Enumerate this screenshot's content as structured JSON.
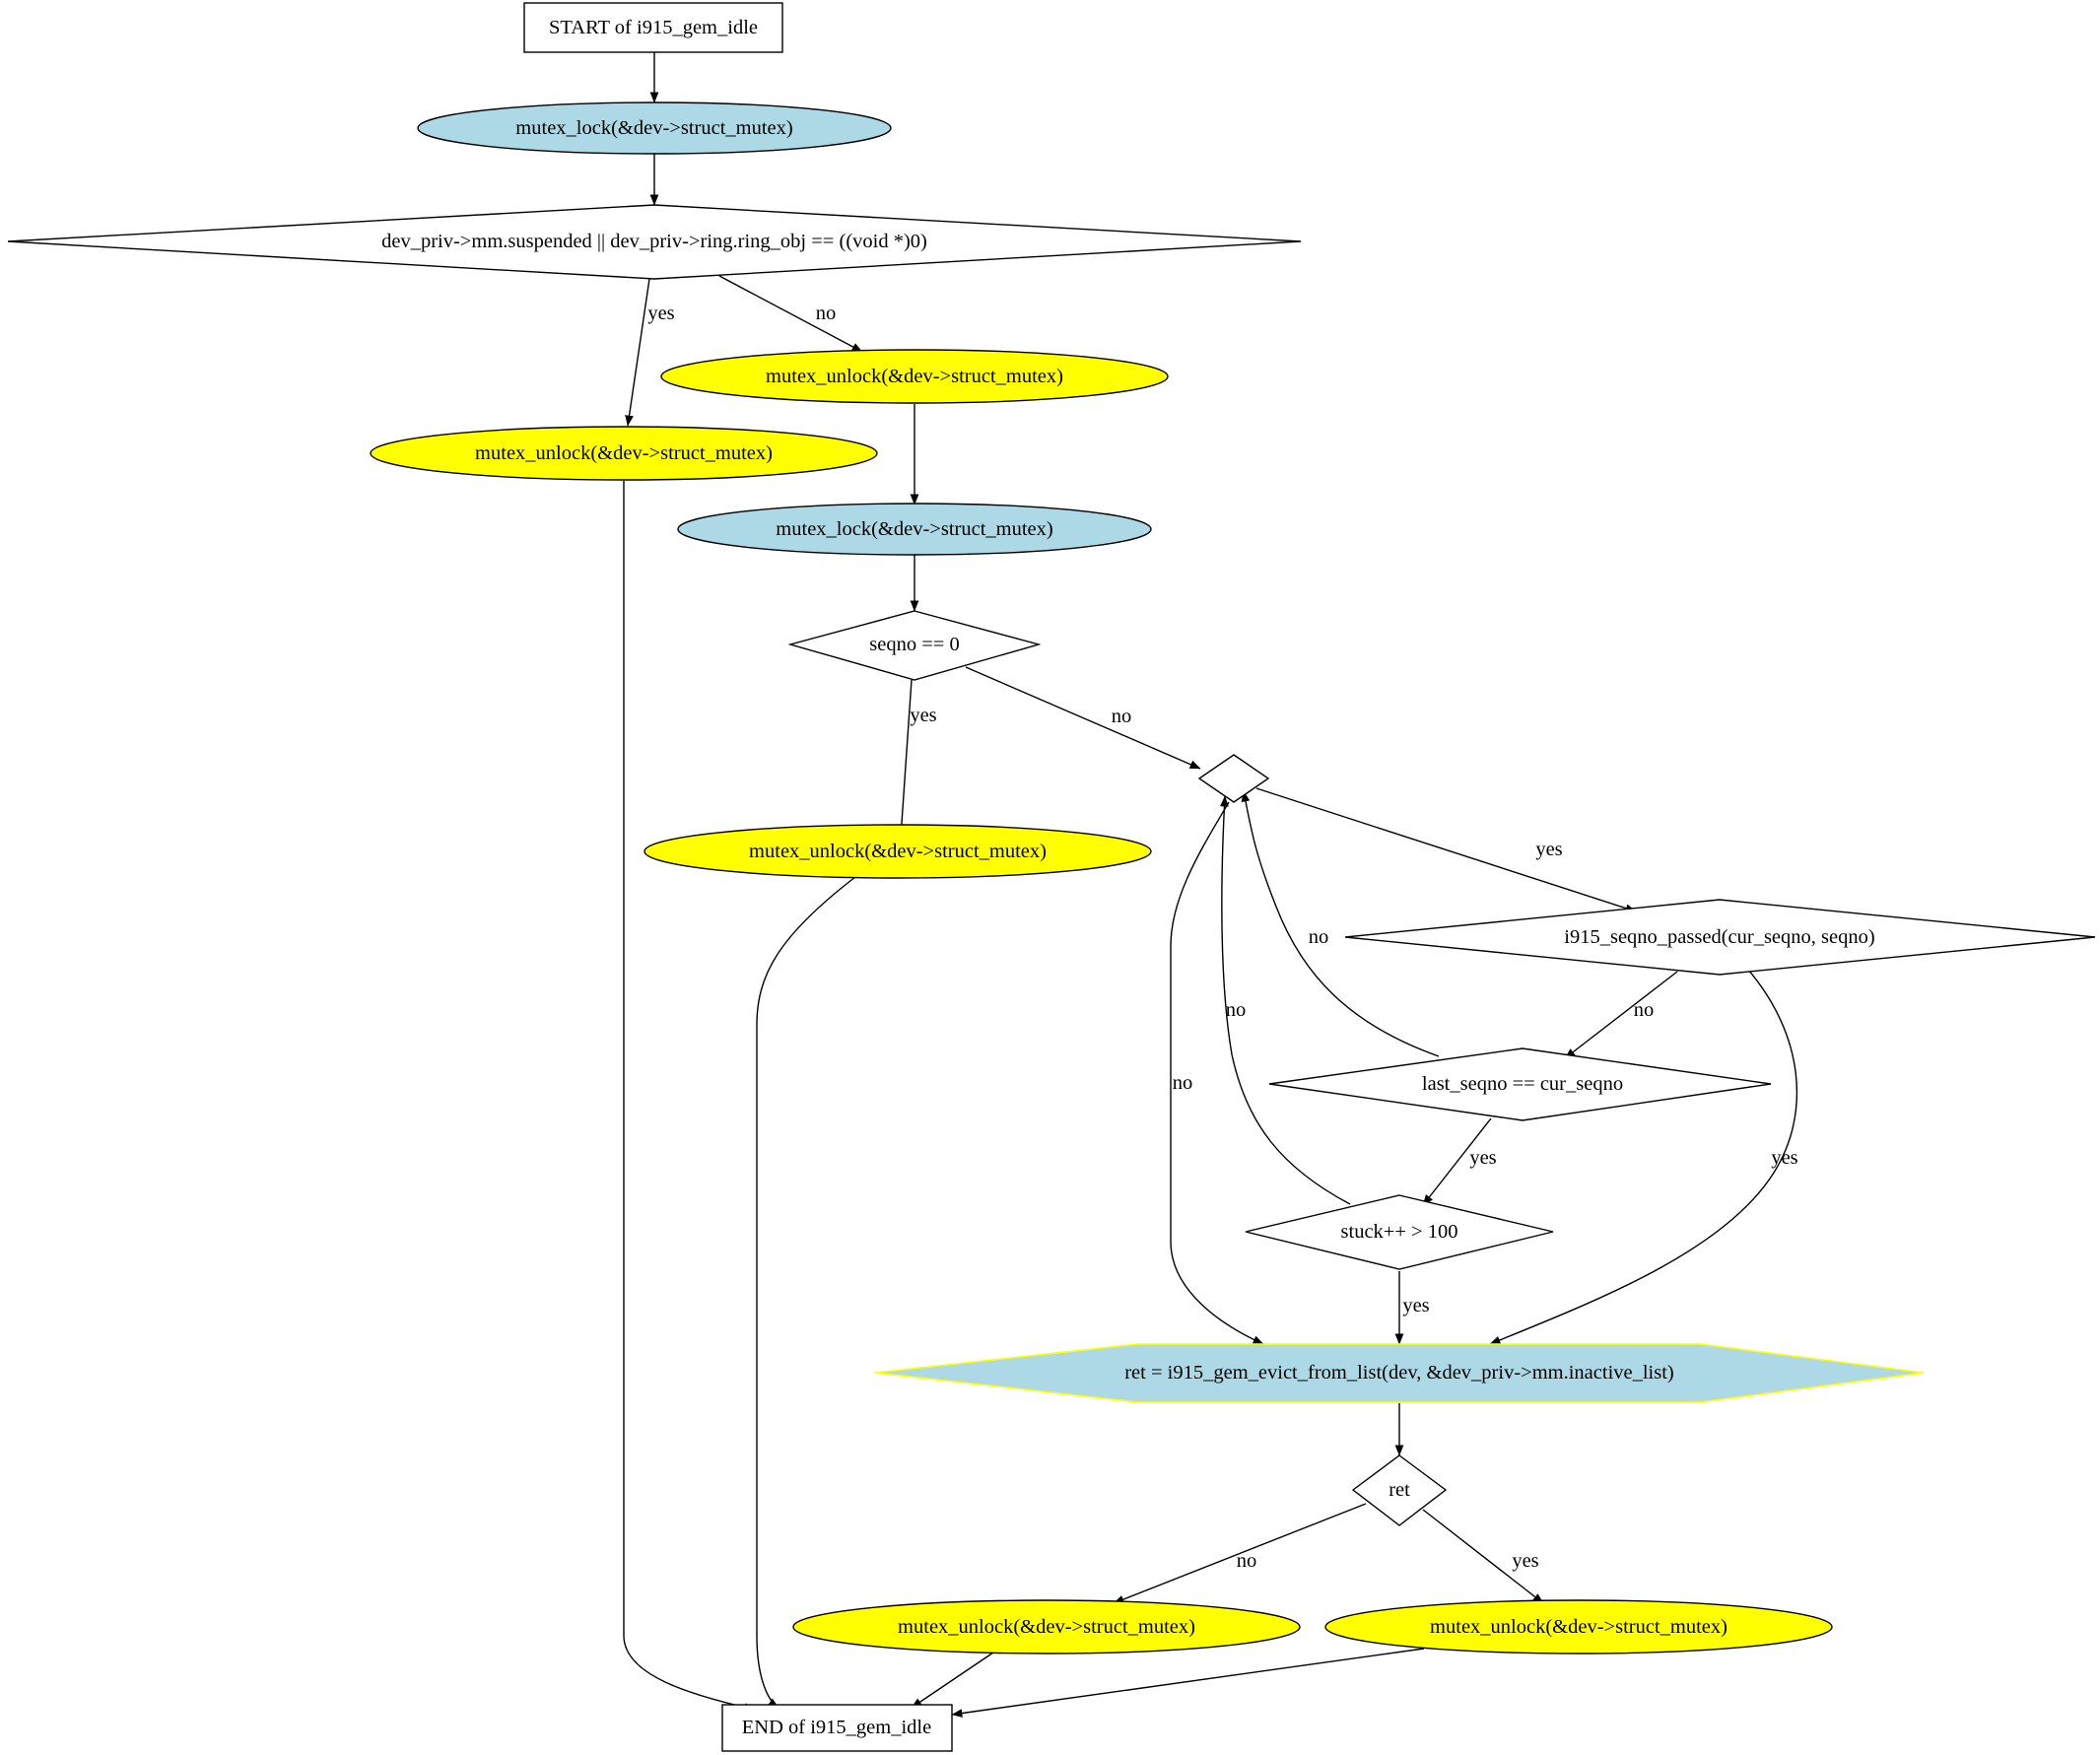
{
  "colors": {
    "lock": "#add8e6",
    "unlock": "#ffff00",
    "evict": "#add8e6",
    "evict_border": "#ffff00",
    "plain": "#ffffff",
    "line": "#000000"
  },
  "nodes": {
    "start": "START of i915_gem_idle",
    "lock1": "mutex_lock(&dev->struct_mutex)",
    "cond1": "dev_priv->mm.suspended || dev_priv->ring.ring_obj == ((void *)0)",
    "unlock_yes": "mutex_unlock(&dev->struct_mutex)",
    "unlock_no": "mutex_unlock(&dev->struct_mutex)",
    "lock2": "mutex_lock(&dev->struct_mutex)",
    "seqno_zero": "seqno == 0",
    "unlock_seqno": "mutex_unlock(&dev->struct_mutex)",
    "loop": "",
    "seqno_passed": "i915_seqno_passed(cur_seqno, seqno)",
    "last_seqno": "last_seqno == cur_seqno",
    "stuck": "stuck++ > 100",
    "evict": "ret = i915_gem_evict_from_list(dev, &dev_priv->mm.inactive_list)",
    "ret": "ret",
    "unlock_ret_no": "mutex_unlock(&dev->struct_mutex)",
    "unlock_ret_yes": "mutex_unlock(&dev->struct_mutex)",
    "end": "END of i915_gem_idle"
  },
  "edge_labels": {
    "cond1_yes": "yes",
    "cond1_no": "no",
    "seqno_yes": "yes",
    "seqno_no": "no",
    "loop_yes": "yes",
    "loop_no": "no",
    "passed_no": "no",
    "passed_yes": "yes",
    "last_no": "no",
    "last_yes": "yes",
    "stuck_no": "no",
    "stuck_yes": "yes",
    "ret_no": "no",
    "ret_yes": "yes"
  }
}
